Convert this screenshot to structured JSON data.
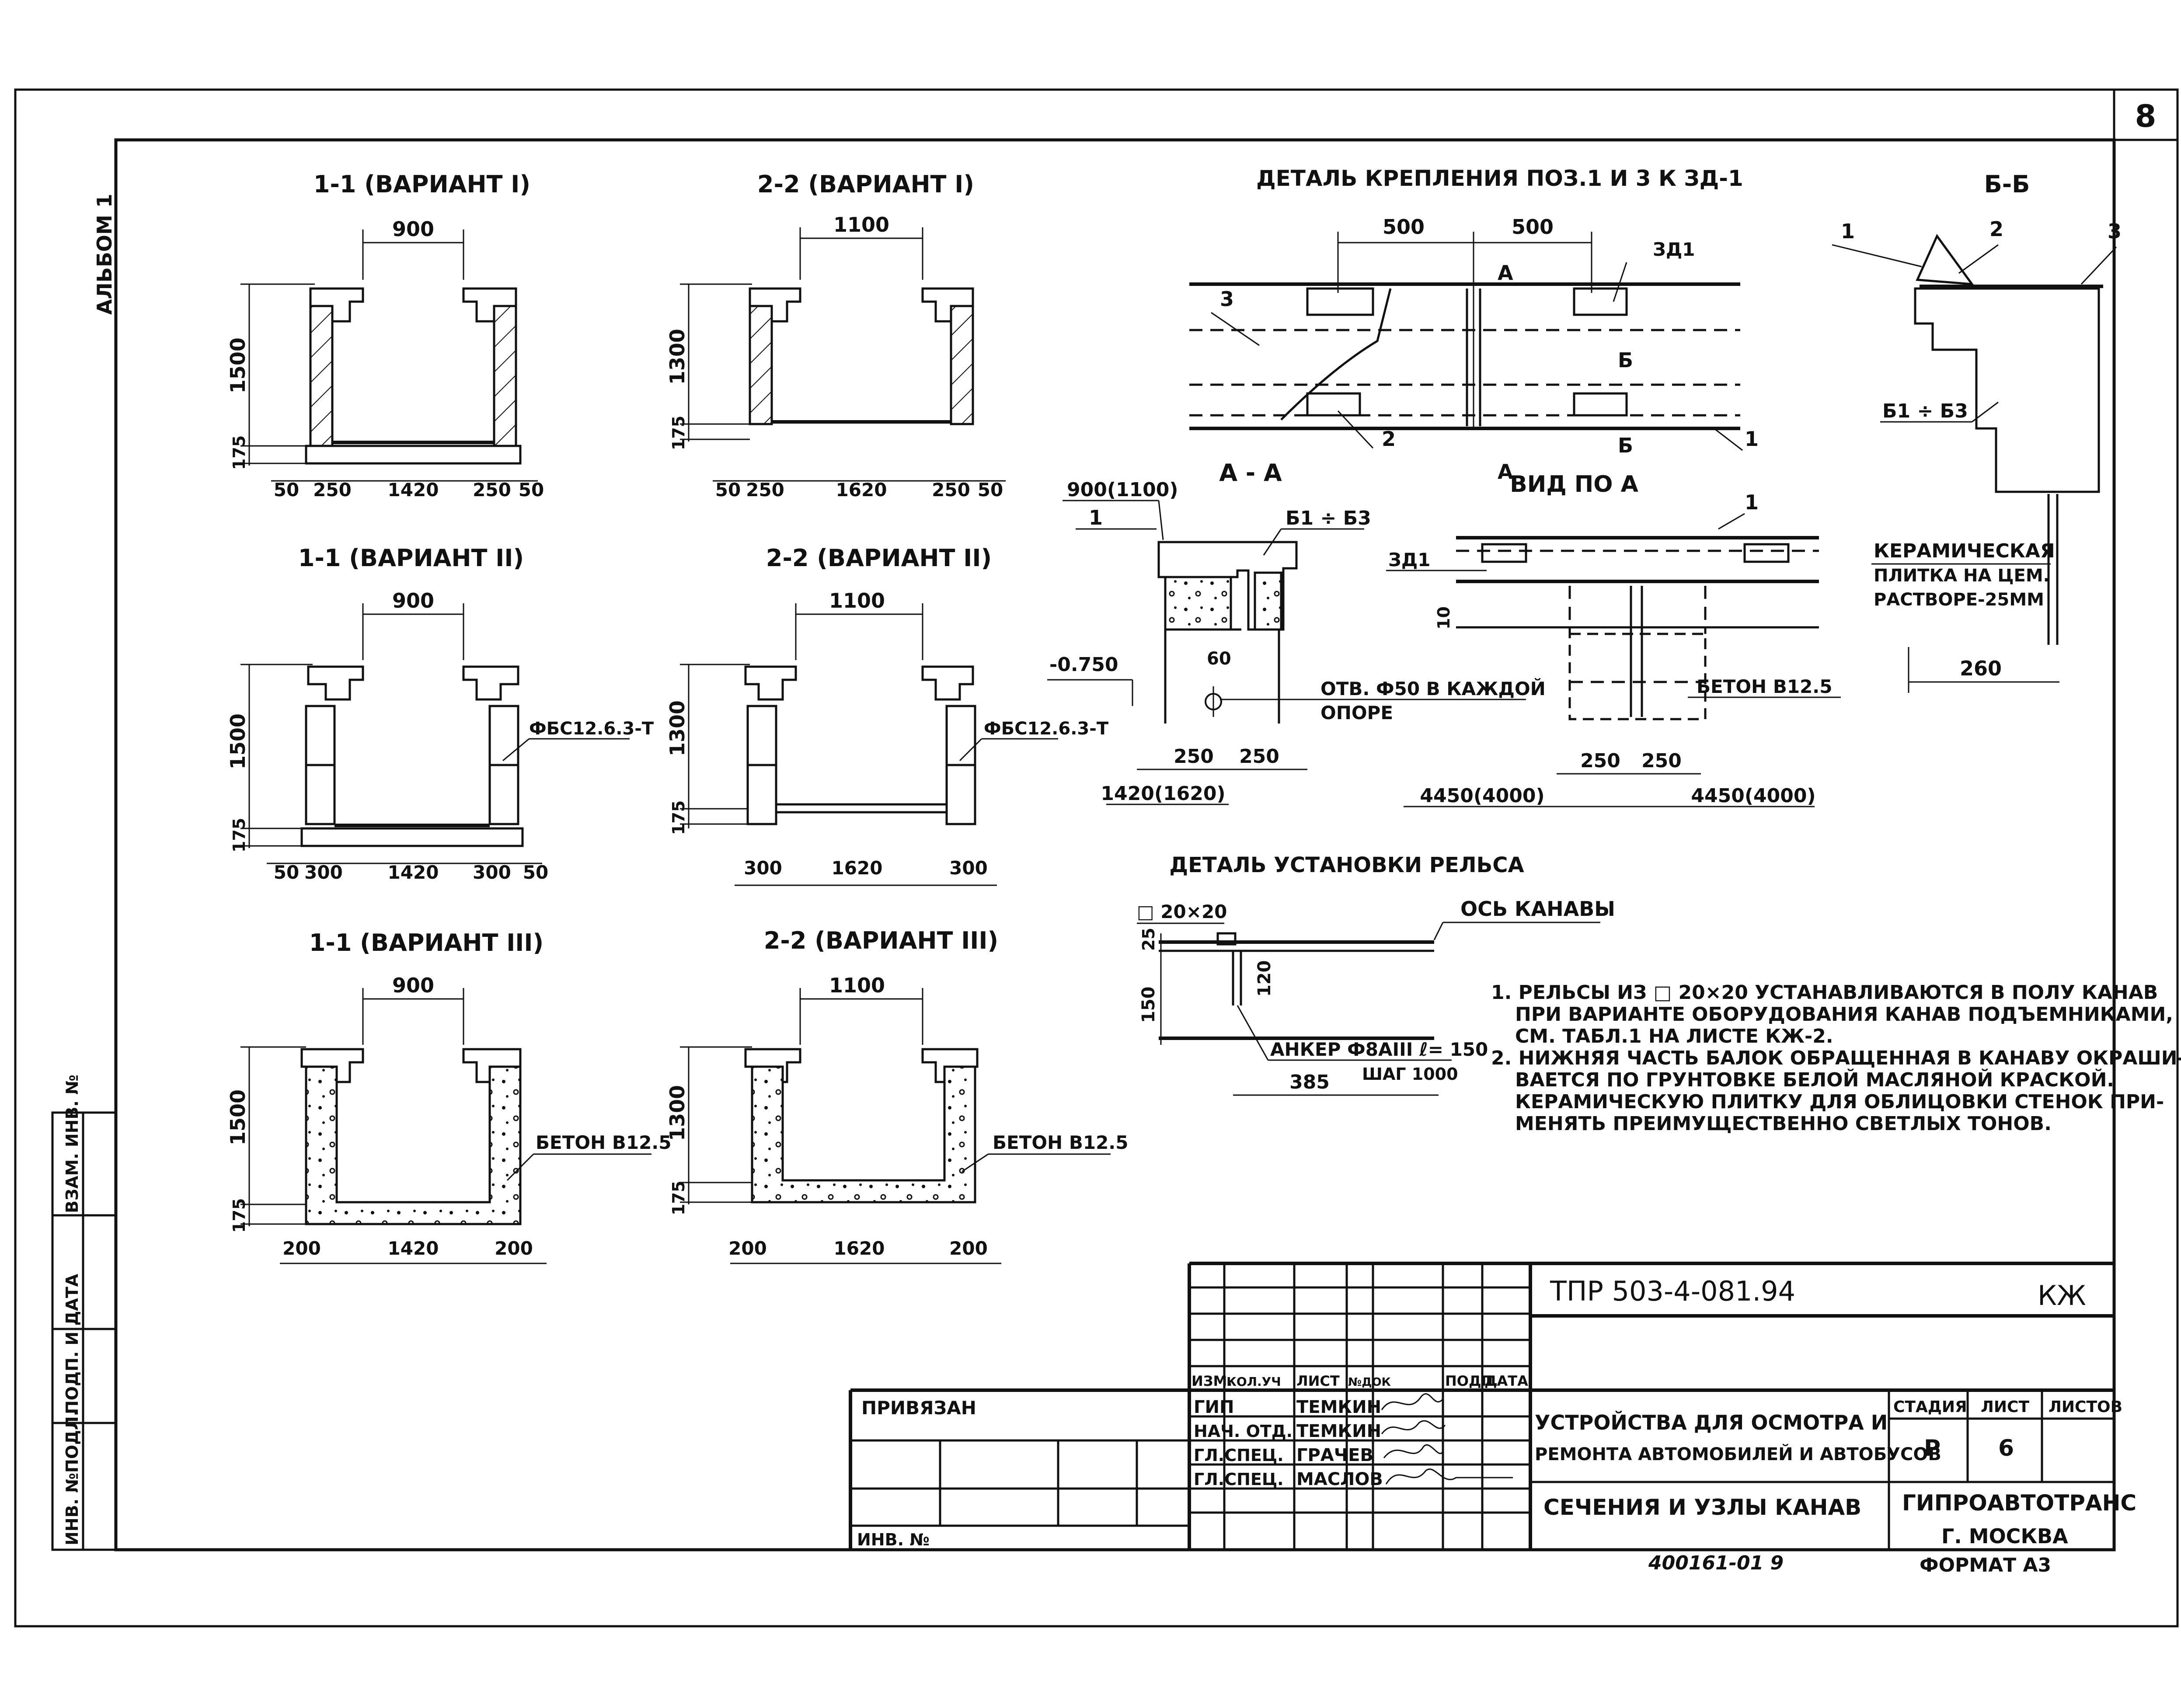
{
  "sheet_number": "8",
  "side_labels": {
    "album": "АЛЬБОМ 1",
    "inv_podl": "ИНВ. №ПОДЛ.",
    "podp_data": "ПОДП. И ДАТА",
    "vzam_inv": "ВЗАМ. ИНВ. №"
  },
  "sections": {
    "s11_v1": {
      "title": "1-1 (ВАРИАНТ I)",
      "top": "900",
      "height": "1500",
      "base": "175",
      "bottom": [
        "50",
        "250",
        "1420",
        "250",
        "50"
      ]
    },
    "s22_v1": {
      "title": "2-2 (ВАРИАНТ I)",
      "top": "1100",
      "height": "1300",
      "base": "175",
      "bottom": [
        "50",
        "250",
        "1620",
        "250",
        "50"
      ]
    },
    "s11_v2": {
      "title": "1-1 (ВАРИАНТ II)",
      "top": "900",
      "height": "1500",
      "base": "175",
      "bottom": [
        "50",
        "300",
        "1420",
        "300",
        "50"
      ],
      "label": "ФБС12.6.3-Т"
    },
    "s22_v2": {
      "title": "2-2 (ВАРИАНТ II)",
      "top": "1100",
      "height": "1300",
      "base": "175",
      "bottom": [
        "300",
        "1620",
        "300"
      ],
      "label": "ФБС12.6.3-Т"
    },
    "s11_v3": {
      "title": "1-1 (ВАРИАНТ III)",
      "top": "900",
      "height": "1500",
      "base": "175",
      "bottom": [
        "200",
        "1420",
        "200"
      ],
      "label": "БЕТОН В12.5"
    },
    "s22_v3": {
      "title": "2-2 (ВАРИАНТ III)",
      "top": "1100",
      "height": "1300",
      "base": "175",
      "bottom": [
        "200",
        "1620",
        "200"
      ],
      "label": "БЕТОН В12.5"
    }
  },
  "detail_fix": {
    "title": "ДЕТАЛЬ КРЕПЛЕНИЯ ПОЗ.1 И 3 К ЗД-1",
    "dim1": "500",
    "dim2": "500",
    "labels": {
      "a": "А",
      "b": "Б",
      "zd1": "ЗД1",
      "p1": "1",
      "p2": "2",
      "p3": "3"
    }
  },
  "section_bb": {
    "title": "Б-Б",
    "p1": "1",
    "p2": "2",
    "p3": "3",
    "beams": "Б1 ÷ Б3",
    "tile_note": [
      "КЕРАМИЧЕСКАЯ",
      "ПЛИТКА НА ЦЕМ.",
      "РАСТВОРЕ-25ММ"
    ],
    "dim": "260"
  },
  "section_aa": {
    "title": "А - А",
    "top_dim": "900(1100)",
    "p1": "1",
    "beams": "Б1 ÷ Б3",
    "level": "-0.750",
    "d60": "60",
    "hole_note": [
      "ОТВ. Ф50 В КАЖДОЙ",
      "ОПОРЕ"
    ],
    "d250a": "250",
    "d250b": "250",
    "bottom": "1420(1620)"
  },
  "view_a": {
    "title": "ВИД ПО А",
    "p1": "1",
    "zd1": "ЗД1",
    "d10": "10",
    "concrete": "БЕТОН В12.5",
    "d250a": "250",
    "d250b": "250",
    "left": "4450(4000)",
    "right": "4450(4000)"
  },
  "rail_detail": {
    "title": "ДЕТАЛЬ УСТАНОВКИ РЕЛЬСА",
    "square": "□ 20×20",
    "axis": "ОСЬ КАНАВЫ",
    "d25": "25",
    "d150": "150",
    "d120": "120",
    "anchor": "АНКЕР Ф8АIII ℓ= 150",
    "step": "ШАГ 1000",
    "d385": "385"
  },
  "notes": [
    "1. РЕЛЬСЫ ИЗ □ 20×20 УСТАНАВЛИВАЮТСЯ В ПОЛУ КАНАВ",
    "ПРИ ВАРИАНТЕ ОБОРУДОВАНИЯ КАНАВ ПОДЪЕМНИКАМИ,",
    "СМ. ТАБЛ.1 НА ЛИСТЕ КЖ-2.",
    "2. НИЖНЯЯ ЧАСТЬ БАЛОК ОБРАЩЕННАЯ В КАНАВУ ОКРАШИ-",
    "ВАЕТСЯ ПО ГРУНТОВКЕ БЕЛОЙ МАСЛЯНОЙ КРАСКОЙ.",
    "КЕРАМИЧЕСКУЮ ПЛИТКУ ДЛЯ ОБЛИЦОВКИ СТЕНОК ПРИ-",
    "МЕНЯТЬ ПРЕИМУЩЕСТВЕННО СВЕТЛЫХ ТОНОВ."
  ],
  "title_block": {
    "code": "ТПР 503-4-081.94",
    "mark": "КЖ",
    "privyazan": "ПРИВЯЗАН",
    "inv": "ИНВ. №",
    "headers": [
      "ИЗМ.",
      "КОЛ.УЧ",
      "ЛИСТ",
      "№ДОК",
      "ПОДП.",
      "ДАТА"
    ],
    "roles": [
      {
        "role": "ГИП",
        "name": "ТЕМКИН"
      },
      {
        "role": "НАЧ. ОТД.",
        "name": "ТЕМКИН"
      },
      {
        "role": "ГЛ.СПЕЦ.",
        "name": "ГРАЧЕВ"
      },
      {
        "role": "ГЛ.СПЕЦ.",
        "name": "МАСЛОВ"
      }
    ],
    "object": [
      "УСТРОЙСТВА ДЛЯ ОСМОТРА И",
      "РЕМОНТА АВТОМОБИЛЕЙ И АВТОБУСОВ"
    ],
    "sheet_title": "СЕЧЕНИЯ И УЗЛЫ КАНАВ",
    "stage_h": "СТАДИЯ",
    "list_h": "ЛИСТ",
    "lists_h": "ЛИСТОВ",
    "stage": "Р",
    "list": "6",
    "org": "ГИПРОАВТОТРАНС",
    "city": "Г. МОСКВА",
    "format": "ФОРМАТ А3",
    "archive": "400161-01 9"
  }
}
